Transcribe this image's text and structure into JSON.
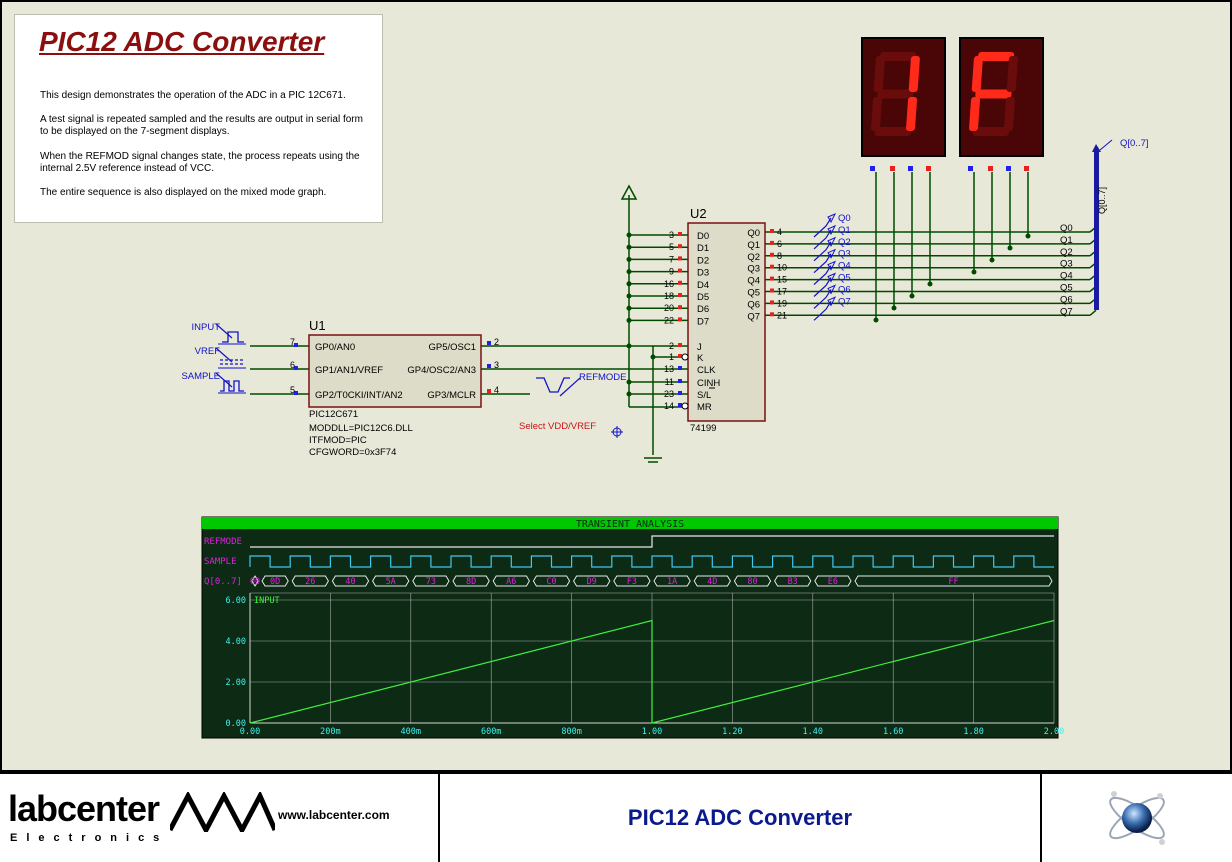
{
  "colors": {
    "sheet": "#e8e8d8",
    "wire": "#004a00",
    "component_fill": "#dcdcc8",
    "component_outline": "#7a1010",
    "label_blue": "#1212c8",
    "pin_red": "#e82020",
    "pin_blue": "#2020e8",
    "graph_bg": "#0c2a14",
    "graph_trace": "#40f040",
    "graph_header": "#00c800",
    "graph_digital_label": "#e020e0",
    "title_color": "#0a1a8c",
    "note_title": "#8b0f0f"
  },
  "note": {
    "title": "PIC12 ADC Converter",
    "paragraphs": [
      "This design demonstrates the operation of the ADC in a PIC 12C671.",
      "A test signal is repeated sampled and the results are output in serial form to be displayed on the 7-segment displays.",
      "When the REFMOD signal changes state, the process repeats using the internal 2.5V reference instead of VCC.",
      "The entire sequence is also displayed on the mixed mode graph."
    ]
  },
  "u1": {
    "ref": "U1",
    "part": "PIC12C671",
    "props": [
      "MODDLL=PIC12C6.DLL",
      "ITFMOD=PIC",
      "CFGWORD=0x3F74"
    ],
    "pins_left": [
      {
        "num": "7",
        "name": "GP0/AN0"
      },
      {
        "num": "6",
        "name": "GP1/AN1/VREF"
      },
      {
        "num": "5",
        "name": "GP2/T0CKI/INT/AN2"
      }
    ],
    "pins_right": [
      {
        "num": "2",
        "name": "GP5/OSC1"
      },
      {
        "num": "3",
        "name": "GP4/OSC2/AN3"
      },
      {
        "num": "4",
        "name": "GP3/MCLR"
      }
    ]
  },
  "u2": {
    "ref": "U2",
    "part": "74199",
    "pins_left": [
      {
        "num": "3",
        "name": "D0"
      },
      {
        "num": "5",
        "name": "D1"
      },
      {
        "num": "7",
        "name": "D2"
      },
      {
        "num": "9",
        "name": "D3"
      },
      {
        "num": "16",
        "name": "D4"
      },
      {
        "num": "18",
        "name": "D5"
      },
      {
        "num": "20",
        "name": "D6"
      },
      {
        "num": "22",
        "name": "D7"
      }
    ],
    "pins_left_ctrl": [
      {
        "num": "2",
        "name": "J"
      },
      {
        "num": "1",
        "name": "K"
      },
      {
        "num": "13",
        "name": "CLK"
      },
      {
        "num": "11",
        "name": "CINH"
      },
      {
        "num": "23",
        "name": "S/L"
      },
      {
        "num": "14",
        "name": "MR"
      }
    ],
    "pins_right": [
      {
        "num": "4",
        "name": "Q0"
      },
      {
        "num": "6",
        "name": "Q1"
      },
      {
        "num": "8",
        "name": "Q2"
      },
      {
        "num": "10",
        "name": "Q3"
      },
      {
        "num": "15",
        "name": "Q4"
      },
      {
        "num": "17",
        "name": "Q5"
      },
      {
        "num": "19",
        "name": "Q6"
      },
      {
        "num": "21",
        "name": "Q7"
      }
    ]
  },
  "generators": {
    "input": "INPUT",
    "vref": "VREF",
    "sample": "SAMPLE",
    "refmode": "REFMODE"
  },
  "switch_label": "Select VDD/VREF",
  "probes": [
    "Q0",
    "Q1",
    "Q2",
    "Q3",
    "Q4",
    "Q5",
    "Q6",
    "Q7"
  ],
  "bus": {
    "label": "Q[0..7]",
    "vertical_label": "Q[0..7]",
    "taps": [
      "Q0",
      "Q1",
      "Q2",
      "Q3",
      "Q4",
      "Q5",
      "Q6",
      "Q7"
    ]
  },
  "displays": [
    {
      "shown_glyph": "1",
      "lit_segments": [
        "b",
        "c"
      ]
    },
    {
      "shown_glyph": "F",
      "lit_segments": [
        "a",
        "e",
        "f",
        "g"
      ]
    }
  ],
  "chart_data": {
    "type": "line",
    "title": "TRANSIENT ANALYSIS",
    "x_ticks": [
      "0.00",
      "200m",
      "400m",
      "600m",
      "800m",
      "1.00",
      "1.20",
      "1.40",
      "1.60",
      "1.80",
      "2.00"
    ],
    "xlim": [
      0,
      2.0
    ],
    "y_ticks": [
      "0.00",
      "2.00",
      "4.00",
      "6.00"
    ],
    "ylim": [
      0,
      6.0
    ],
    "grid": true,
    "digital_traces": [
      {
        "name": "REFMODE",
        "transitions": [
          {
            "t": 0.0,
            "level": 0
          },
          {
            "t": 1.0,
            "level": 1
          }
        ]
      },
      {
        "name": "SAMPLE",
        "period": 0.1,
        "duty": 0.5
      }
    ],
    "bus_trace": {
      "name": "Q[0..7]",
      "values": [
        "00",
        "0D",
        "26",
        "40",
        "5A",
        "73",
        "8D",
        "A6",
        "C0",
        "D9",
        "F3",
        "1A",
        "4D",
        "80",
        "B3",
        "E6",
        "FF"
      ],
      "times": [
        0.0,
        0.025,
        0.1,
        0.2,
        0.3,
        0.4,
        0.5,
        0.6,
        0.7,
        0.8,
        0.9,
        1.0,
        1.1,
        1.2,
        1.3,
        1.4,
        1.5,
        2.0
      ]
    },
    "series": [
      {
        "name": "INPUT",
        "x": [
          0.0,
          1.0,
          1.0,
          2.0
        ],
        "y": [
          0.0,
          5.0,
          0.0,
          5.0
        ]
      }
    ]
  },
  "title_block": {
    "logo_word": "labcenter",
    "logo_sub": "Electronics",
    "logo_url": "www.labcenter.com",
    "title": "PIC12 ADC Converter"
  }
}
